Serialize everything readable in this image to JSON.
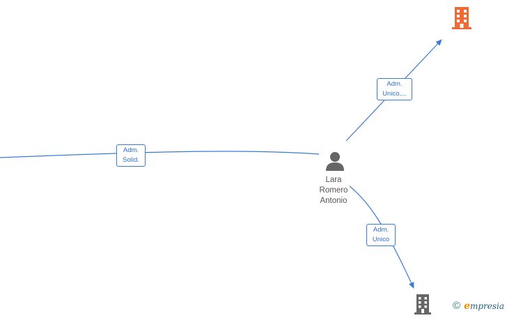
{
  "nodes": {
    "person": {
      "label_lines": [
        "Lara",
        "Romero",
        "Antonio"
      ]
    }
  },
  "edges": [
    {
      "label_lines": [
        "Adm.",
        "Solid."
      ]
    },
    {
      "label_lines": [
        "Adm.",
        "Unico,..."
      ]
    },
    {
      "label_lines": [
        "Adm.",
        "Unico"
      ]
    }
  ],
  "colors": {
    "edge": "#3a7bd5",
    "company_highlight": "#f06a35",
    "company_default": "#666666",
    "person": "#666666"
  },
  "icons": {
    "person": "person-icon",
    "company": "building-icon"
  },
  "footer": {
    "symbol": "©",
    "brand_initial": "e",
    "brand_rest": "mpresia"
  }
}
